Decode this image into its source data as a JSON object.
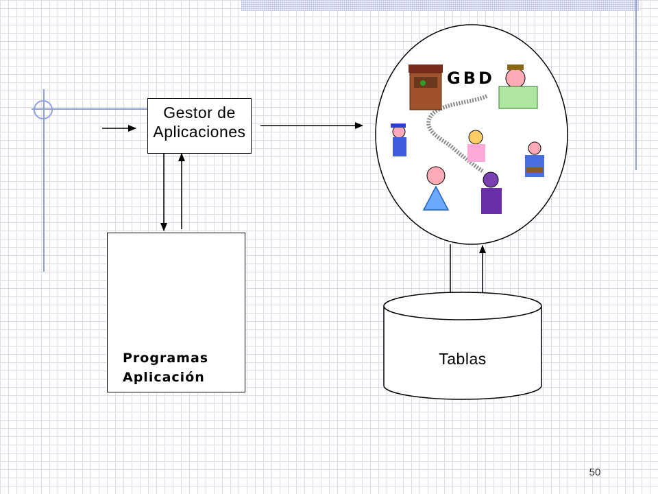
{
  "slide": {
    "page_number": "50"
  },
  "diagram": {
    "gestor_line1": "Gestor de",
    "gestor_line2": "Aplicaciones",
    "programas_line1": "Programas",
    "programas_line2": "Aplicación",
    "gbd_label": "GBD",
    "tablas_label": "Tablas"
  }
}
